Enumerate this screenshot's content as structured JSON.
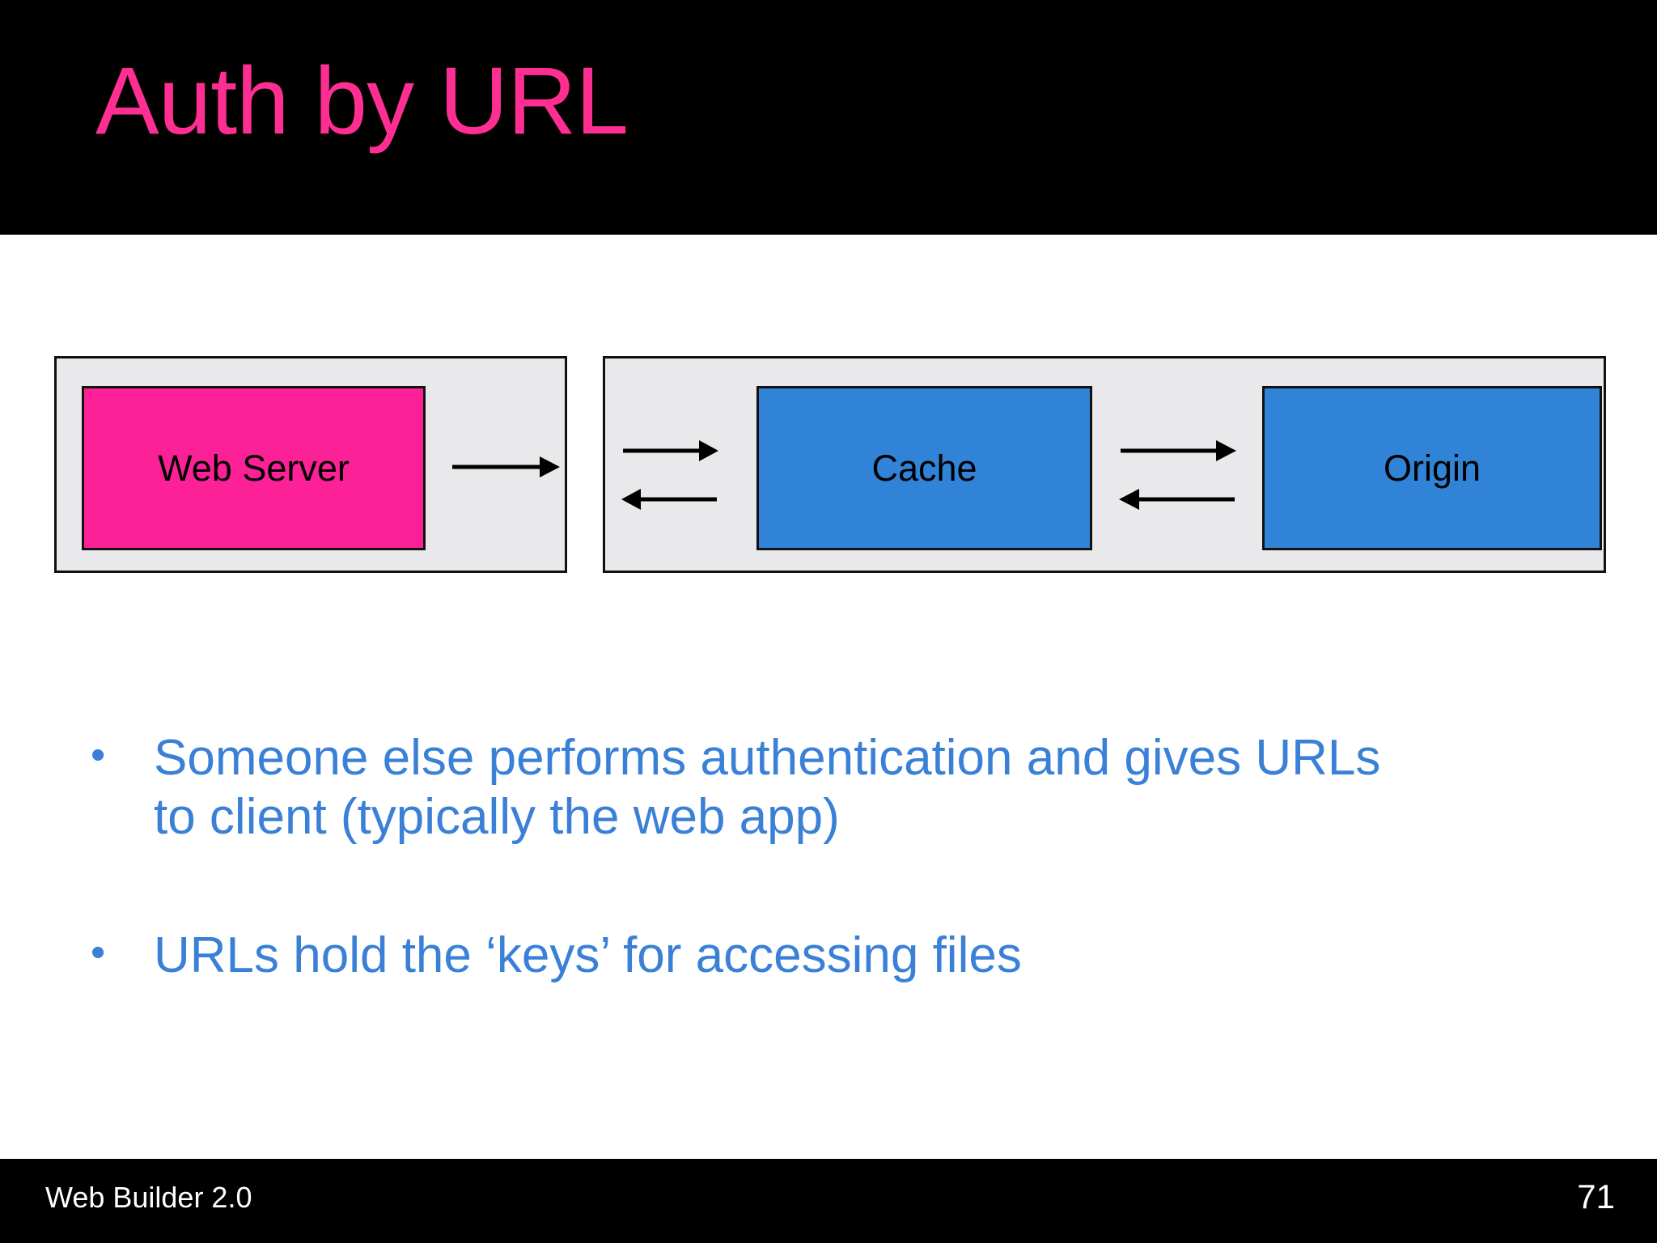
{
  "slide": {
    "title": "Auth by URL",
    "title_color": "#ff2e92",
    "band_color": "#000000",
    "body_color": "#ffffff"
  },
  "diagram": {
    "panel_bg": "#e9e9eb",
    "panel_border": "#111111",
    "left_panel": {
      "nodes": [
        {
          "label": "Web Server",
          "color": "#fc2197"
        }
      ],
      "arrows": [
        {
          "name": "web-server-outbound",
          "direction": "right"
        }
      ]
    },
    "right_panel": {
      "nodes": [
        {
          "label": "Cache",
          "color": "#3183d8"
        },
        {
          "label": "Origin",
          "color": "#3183d8"
        }
      ],
      "arrows": [
        {
          "name": "client-to-cache",
          "direction": "right"
        },
        {
          "name": "cache-to-client",
          "direction": "left"
        },
        {
          "name": "cache-to-origin",
          "direction": "right"
        },
        {
          "name": "origin-to-cache",
          "direction": "left"
        }
      ]
    }
  },
  "bullets": {
    "color": "#3a80d7",
    "marker": "•",
    "items": [
      {
        "text": "Someone else performs authentication and gives URLs to client (typically the web app)"
      },
      {
        "text": "URLs hold the ‘keys’ for accessing files"
      }
    ]
  },
  "footer": {
    "deck_name": "Web Builder 2.0",
    "page_number": "71",
    "text_color": "#ffffff"
  }
}
